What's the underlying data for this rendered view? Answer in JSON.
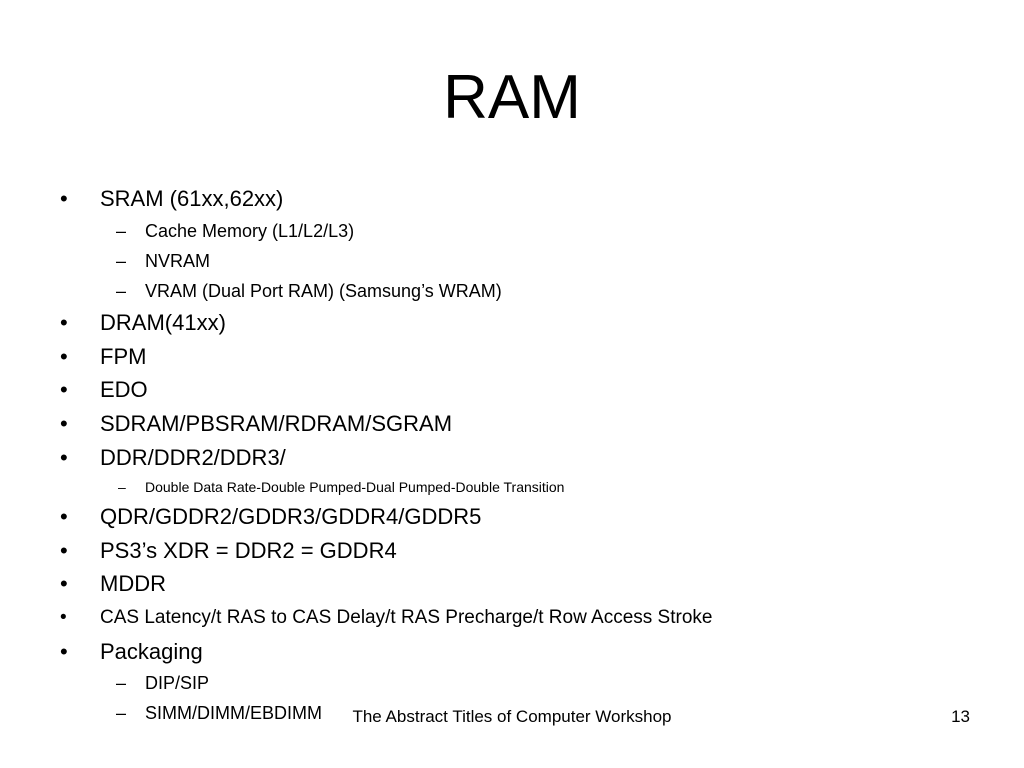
{
  "slide": {
    "title": "RAM",
    "bullet_marker": "•",
    "dash_marker": "–",
    "items": [
      {
        "level": 1,
        "text": "SRAM (61xx,62xx)"
      },
      {
        "level": 2,
        "text": "Cache Memory (L1/L2/L3)"
      },
      {
        "level": 2,
        "text": "NVRAM"
      },
      {
        "level": 2,
        "text": "VRAM (Dual Port RAM) (Samsung’s WRAM)"
      },
      {
        "level": 1,
        "text": "DRAM(41xx)"
      },
      {
        "level": 1,
        "text": "FPM"
      },
      {
        "level": 1,
        "text": "EDO"
      },
      {
        "level": 1,
        "text": "SDRAM/PBSRAM/RDRAM/SGRAM"
      },
      {
        "level": 1,
        "text": "DDR/DDR2/DDR3/"
      },
      {
        "level": 2,
        "text": "Double Data Rate-Double Pumped-Dual Pumped-Double Transition",
        "small": true
      },
      {
        "level": 1,
        "text": "QDR/GDDR2/GDDR3/GDDR4/GDDR5"
      },
      {
        "level": 1,
        "text": "PS3’s XDR = DDR2 = GDDR4"
      },
      {
        "level": 1,
        "text": "MDDR"
      },
      {
        "level": 1,
        "text": "CAS Latency/t RAS to CAS Delay/t RAS Precharge/t Row Access Stroke",
        "mid": true
      },
      {
        "level": 1,
        "text": "Packaging"
      },
      {
        "level": 2,
        "text": "DIP/SIP"
      },
      {
        "level": 2,
        "text": "SIMM/DIMM/EBDIMM"
      }
    ],
    "footer": "The Abstract Titles of Computer Workshop",
    "page_number": "13"
  }
}
